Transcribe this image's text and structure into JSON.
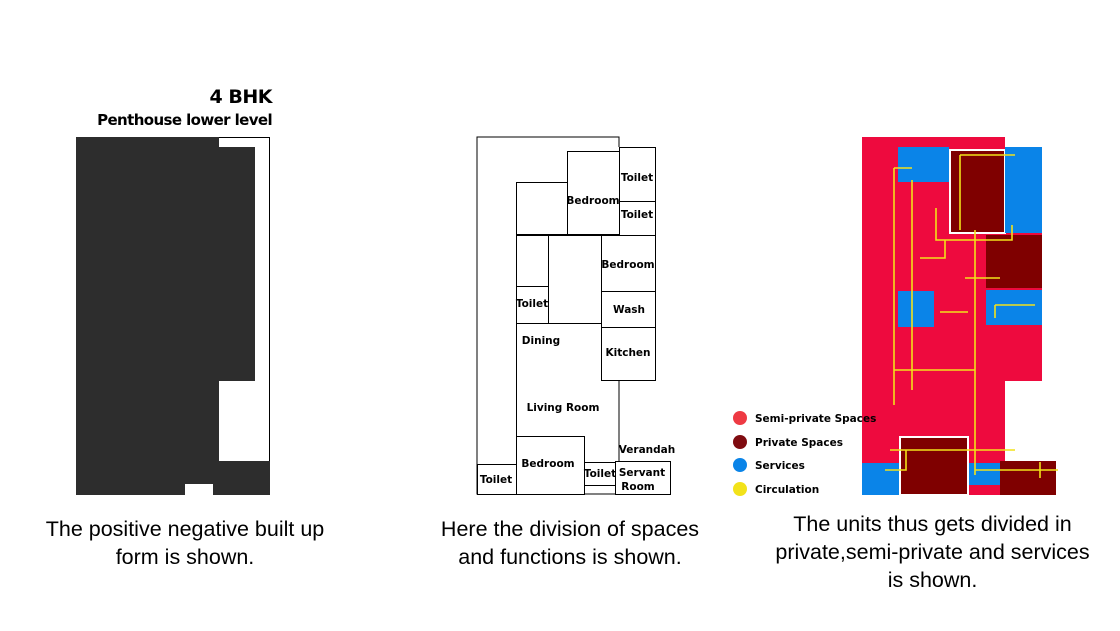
{
  "header": {
    "title": "4 BHK",
    "subtitle": "Penthouse lower level"
  },
  "panels": [
    {
      "caption_lines": [
        "The positive negative built up",
        "form is shown."
      ]
    },
    {
      "rooms": {
        "bedroom_top": "Bedroom",
        "toilet_top1": "Toilet",
        "toilet_top2": "Toilet",
        "bedroom_right": "Bedroom",
        "toilet_mid": "Toilet",
        "wash": "Wash",
        "dining": "Dining",
        "kitchen": "Kitchen",
        "living": "Living Room",
        "verandah": "Verandah",
        "bedroom_bottom": "Bedroom",
        "toilet_bottom_left": "Toilet",
        "toilet_bottom_mid": "Toilet",
        "servant_line1": "Servant",
        "servant_line2": "Room"
      },
      "caption_lines": [
        "Here the division of spaces",
        "and functions is shown."
      ]
    },
    {
      "legend": [
        {
          "label": "Semi-private Spaces",
          "color": "#ee3a43"
        },
        {
          "label": "Private Spaces",
          "color": "#7f0b10"
        },
        {
          "label": "Services",
          "color": "#0a84e8"
        },
        {
          "label": "Circulation",
          "color": "#f2e21a"
        }
      ],
      "zone_colors": {
        "semi_private": "#ee0a3e",
        "private": "#7f0000",
        "services": "#0a84e8",
        "circulation": "#f2e21a"
      },
      "caption_lines": [
        "The units thus gets divided in",
        "private,semi-private and services",
        "is shown."
      ]
    }
  ]
}
